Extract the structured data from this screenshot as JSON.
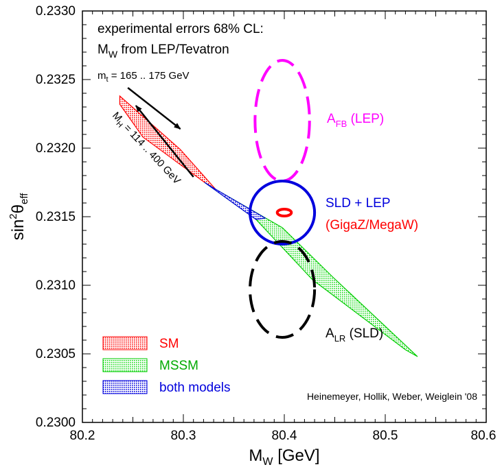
{
  "chart_data": {
    "type": "scatter",
    "x_axis": {
      "label_main": "M",
      "label_sub": "W",
      "label_unit": " [GeV]",
      "lim": [
        80.2,
        80.6
      ],
      "ticks": [
        "80.2",
        "80.3",
        "80.4",
        "80.5",
        "80.6"
      ]
    },
    "y_axis": {
      "label_main": "sin",
      "label_sup": "2",
      "label_theta": "θ",
      "label_sub": "eff",
      "lim": [
        0.23,
        0.233
      ],
      "ticks": [
        "0.2300",
        "0.2305",
        "0.2310",
        "0.2315",
        "0.2320",
        "0.2325",
        "0.2330"
      ]
    },
    "grid": false,
    "annotations": {
      "header_line1": "experimental errors 68% CL:",
      "header_line2_main": "M",
      "header_line2_sub": "W",
      "header_line2_rest": " from LEP/Tevatron",
      "mt_main": "m",
      "mt_sub": "t",
      "mt_rest": " = 165 .. 175 GeV",
      "mh_main": "M",
      "mh_sub": "H",
      "mh_rest": " = 114 .. 400 GeV",
      "afb_main": "A",
      "afb_sub": "FB",
      "afb_rest": " (LEP)",
      "sld_text": "SLD + LEP",
      "gigaz_text": "(GigaZ/MegaW)",
      "alr_main": "A",
      "alr_sub": "LR",
      "alr_rest": " (SLD)",
      "credit": "Heinemeyer, Hollik, Weber, Weiglein '08"
    },
    "legend": {
      "placement": "bottom-left",
      "entries": [
        {
          "label": "SM",
          "color": "#ff0000"
        },
        {
          "label": "MSSM",
          "color": "#00cc00"
        },
        {
          "label": "both models",
          "color": "#0000dd"
        }
      ]
    },
    "regions": {
      "sm": {
        "color": "#ff0000",
        "polygon": [
          [
            80.237,
            0.23238
          ],
          [
            80.297,
            0.23199
          ],
          [
            80.332,
            0.2317
          ],
          [
            80.321,
            0.23175
          ],
          [
            80.26,
            0.23208
          ],
          [
            80.237,
            0.23232
          ]
        ]
      },
      "mssm": {
        "color": "#00cc00",
        "polygon": [
          [
            80.321,
            0.23175
          ],
          [
            80.332,
            0.2317
          ],
          [
            80.398,
            0.23142
          ],
          [
            80.448,
            0.23106
          ],
          [
            80.532,
            0.23048
          ],
          [
            80.52,
            0.23053
          ],
          [
            80.428,
            0.23104
          ],
          [
            80.372,
            0.23148
          ]
        ]
      },
      "both": {
        "color": "#0000dd",
        "polygon": [
          [
            80.321,
            0.23175
          ],
          [
            80.332,
            0.2317
          ],
          [
            80.381,
            0.23149
          ],
          [
            80.372,
            0.23148
          ]
        ]
      }
    },
    "ellipses": [
      {
        "name": "A_FB (LEP)",
        "color": "#ff00ff",
        "dashed": true,
        "center": [
          80.398,
          0.2322
        ],
        "radius": [
          0.027,
          0.00044
        ]
      },
      {
        "name": "SLD + LEP",
        "color": "#0000dd",
        "dashed": false,
        "center": [
          80.398,
          0.23153
        ],
        "radius": [
          0.032,
          0.00023
        ]
      },
      {
        "name": "GigaZ/MegaW",
        "color": "#ff0000",
        "dashed": false,
        "center": [
          80.4,
          0.23153
        ],
        "radius": [
          0.007,
          2.5e-05
        ]
      },
      {
        "name": "A_LR (SLD)",
        "color": "#000000",
        "dashed": true,
        "center": [
          80.398,
          0.23097
        ],
        "radius": [
          0.032,
          0.00035
        ]
      }
    ],
    "arrows": [
      {
        "name": "mt-arrow",
        "from": [
          80.245,
          0.23244
        ],
        "to": [
          80.297,
          0.23214
        ]
      },
      {
        "name": "mh-arrow",
        "from": [
          80.31,
          0.23179
        ],
        "to": [
          80.253,
          0.23231
        ]
      }
    ]
  }
}
